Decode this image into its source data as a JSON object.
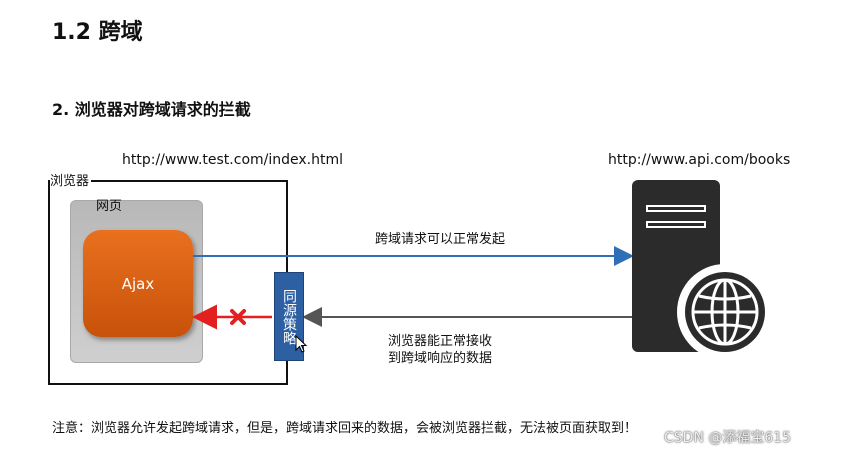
{
  "heading": "1.2 跨域",
  "subheading": "2. 浏览器对跨域请求的拦截",
  "browser": {
    "label": "浏览器",
    "url": "http://www.test.com/index.html",
    "webpage_label": "网页",
    "ajax_label": "Ajax",
    "policy_label": "同源策略"
  },
  "server": {
    "url": "http://www.api.com/books"
  },
  "arrows": {
    "request_label": "跨域请求可以正常发起",
    "response_label_line1": "浏览器能正常接收",
    "response_label_line2": "到跨域响应的数据"
  },
  "note": "注意：浏览器允许发起跨域请求，但是，跨域请求回来的数据，会被浏览器拦截，无法被页面获取到！",
  "watermark": "CSDN @添福宝615",
  "colors": {
    "request_arrow": "#2f6fb8",
    "response_arrow": "#555555",
    "blocked_arrow": "#e32020",
    "ajax_fill": "#d9600f",
    "policy_fill": "#2d5fa3",
    "server_fill": "#2b2b2b"
  },
  "icons": [
    "close-x-icon",
    "globe-icon",
    "mouse-cursor-icon",
    "server-icon"
  ]
}
